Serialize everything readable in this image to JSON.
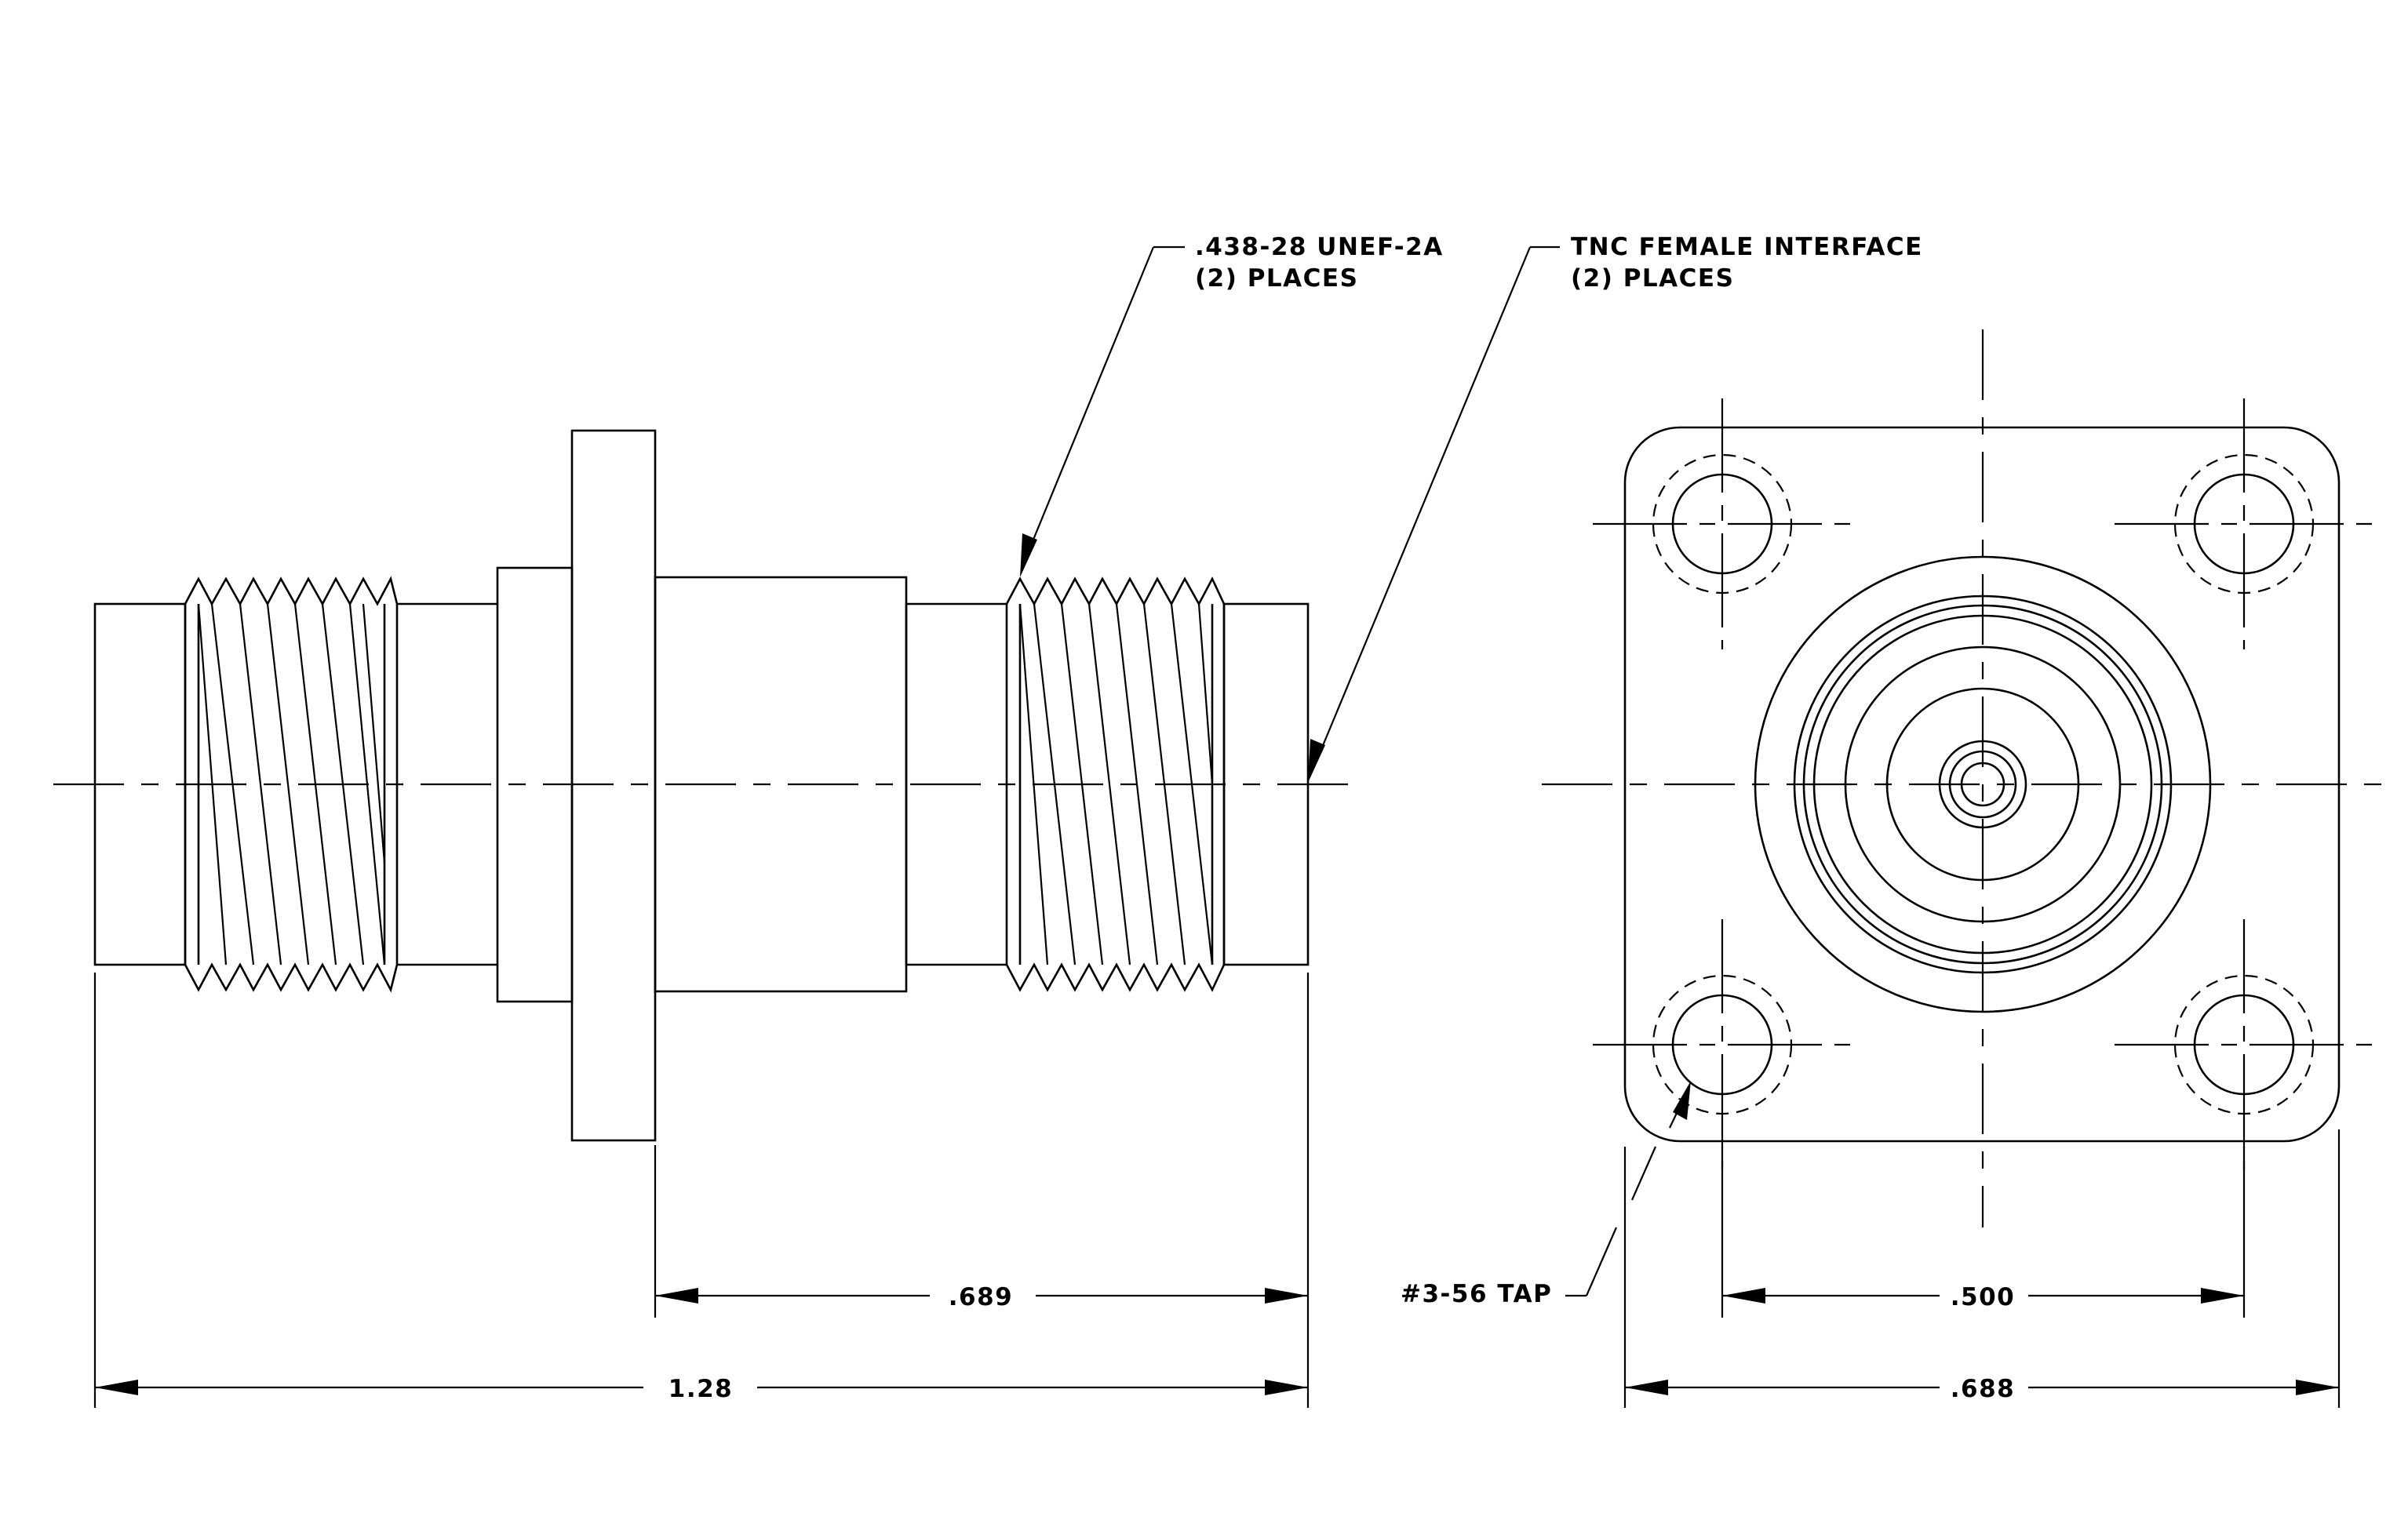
{
  "callouts": {
    "thread": {
      "line1": ".438-28 UNEF-2A",
      "line2": "(2)  PLACES"
    },
    "interface": {
      "line1": "TNC FEMALE INTERFACE",
      "line2": "(2)  PLACES"
    },
    "tap": "#3-56 TAP"
  },
  "dimensions": {
    "overall_length": "1.28",
    "flange_to_end": ".689",
    "hole_spacing": ".500",
    "flange_width": ".688"
  }
}
